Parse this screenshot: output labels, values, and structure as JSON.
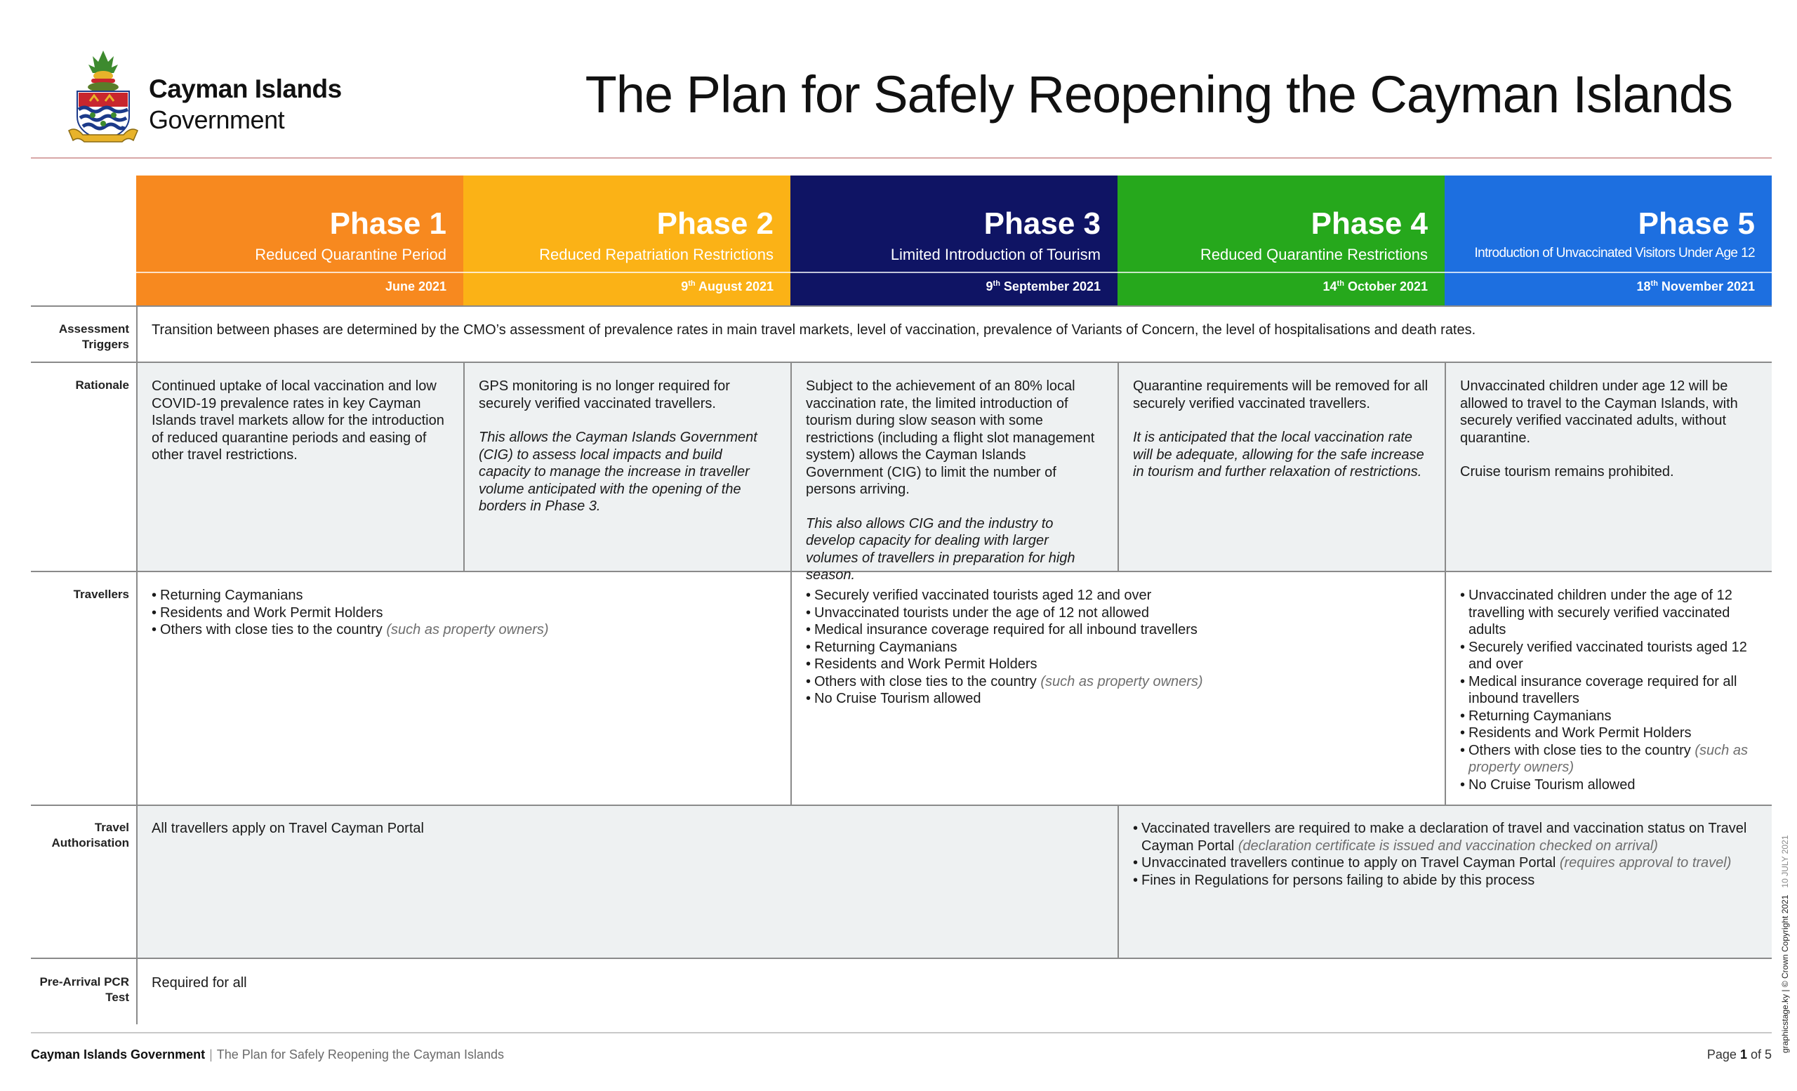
{
  "header": {
    "org_name": "Cayman Islands",
    "org_sub": "Government",
    "title": "The Plan for Safely Reopening the Cayman Islands"
  },
  "colors": {
    "phase1": "#f7891f",
    "phase2": "#fbb216",
    "phase3": "#0f1464",
    "phase4": "#26a81c",
    "phase5": "#1d6fe0",
    "cell_shade": "#eef1f2",
    "header_rule": "#d8a7a7"
  },
  "phases": [
    {
      "title": "Phase 1",
      "subtitle": "Reduced Quarantine Period",
      "date": "June 2021"
    },
    {
      "title": "Phase 2",
      "subtitle": "Reduced Repatriation Restrictions",
      "date_day": "9",
      "date_sup": "th",
      "date_rest": " August 2021"
    },
    {
      "title": "Phase 3",
      "subtitle": "Limited Introduction of Tourism",
      "date_day": "9",
      "date_sup": "th",
      "date_rest": " September 2021"
    },
    {
      "title": "Phase 4",
      "subtitle": "Reduced Quarantine Restrictions",
      "date_day": "14",
      "date_sup": "th",
      "date_rest": " October 2021"
    },
    {
      "title": "Phase 5",
      "subtitle": "Introduction of Unvaccinated Visitors Under Age 12",
      "date_day": "18",
      "date_sup": "th",
      "date_rest": " November 2021"
    }
  ],
  "rows": {
    "assessment": {
      "label_1": "Assessment",
      "label_2": "Triggers",
      "text": "Transition between phases are determined by the CMO’s assessment of prevalence rates in main travel markets, level of vaccination, prevalence of Variants of Concern, the level of hospitalisations and death rates."
    },
    "rationale": {
      "label": "Rationale",
      "p1": "Continued uptake of local vaccination and low COVID-19 prevalence rates in key Cayman Islands travel markets allow for the introduction of reduced quarantine periods and easing of other travel restrictions.",
      "p2_a": "GPS monitoring is no longer required for securely verified vaccinated travellers.",
      "p2_b": "This allows the Cayman Islands Government (CIG) to assess local impacts and build capacity to manage the increase in traveller volume anticipated with the opening of the borders in Phase 3.",
      "p3_a": "Subject to the achievement of an 80% local vaccination rate, the limited introduction of tourism during slow season with some restrictions (including a flight slot management system) allows the Cayman Islands Government (CIG) to limit the number of persons arriving.",
      "p3_b": "This also allows CIG and the industry to develop capacity for dealing with larger volumes of travellers in preparation for high season.",
      "p4_a": "Quarantine requirements will be removed for all securely verified vaccinated travellers.",
      "p4_b": "It is anticipated that the local vaccination rate will be adequate, allowing for the safe increase in tourism and further relaxation of restrictions.",
      "p5_a": "Unvaccinated children under age 12 will be allowed to travel to the Cayman Islands, with securely verified vaccinated adults, without quarantine.",
      "p5_b": "Cruise tourism remains prohibited."
    },
    "travellers": {
      "label": "Travellers",
      "c1": [
        "Returning Caymanians",
        "Residents and Work Permit Holders"
      ],
      "c1_last": "Others with close ties to the country ",
      "c1_last_note": "(such as property owners)",
      "c2_first": [
        "Securely verified vaccinated tourists aged 12 and over",
        "Unvaccinated tourists under the age of 12 not allowed",
        "Medical insurance coverage required for all inbound travellers",
        "Returning Caymanians",
        "Residents and Work Permit Holders"
      ],
      "c2_ties": "Others with close ties to the country ",
      "c2_ties_note": "(such as property owners)",
      "c2_last": "No Cruise Tourism allowed",
      "c3_first": [
        "Unvaccinated children under the age of 12 travelling with securely verified vaccinated adults",
        "Securely verified vaccinated tourists aged 12 and over",
        "Medical insurance coverage required for all inbound travellers",
        "Returning Caymanians",
        "Residents and Work Permit Holders"
      ],
      "c3_ties": "Others with close ties to the country ",
      "c3_ties_note": "(such as property owners)",
      "c3_last": "No Cruise Tourism allowed"
    },
    "authorisation": {
      "label_1": "Travel",
      "label_2": "Authorisation",
      "c1": "All travellers apply on Travel Cayman Portal",
      "c2_1": "Vaccinated travellers are required to make a declaration of travel and vaccination status on Travel Cayman Portal ",
      "c2_1_note": "(declaration certificate is issued and vaccination checked on arrival)",
      "c2_2": "Unvaccinated travellers continue to apply on Travel Cayman Portal ",
      "c2_2_note": "(requires approval to travel)",
      "c2_3": "Fines in Regulations for persons failing to abide by this process"
    },
    "pcr": {
      "label_1": "Pre-Arrival PCR",
      "label_2": "Test",
      "text": "Required for all"
    }
  },
  "footer": {
    "org": "Cayman Islands Government",
    "separator": "|",
    "doc": "The Plan for Safely Reopening the Cayman Islands",
    "page_prefix": "Page ",
    "page_num": "1",
    "page_suffix": " of 5",
    "side_credit": "graphicstage.ky | © Crown Copyright 2021",
    "side_date": "10 JULY 2021"
  }
}
